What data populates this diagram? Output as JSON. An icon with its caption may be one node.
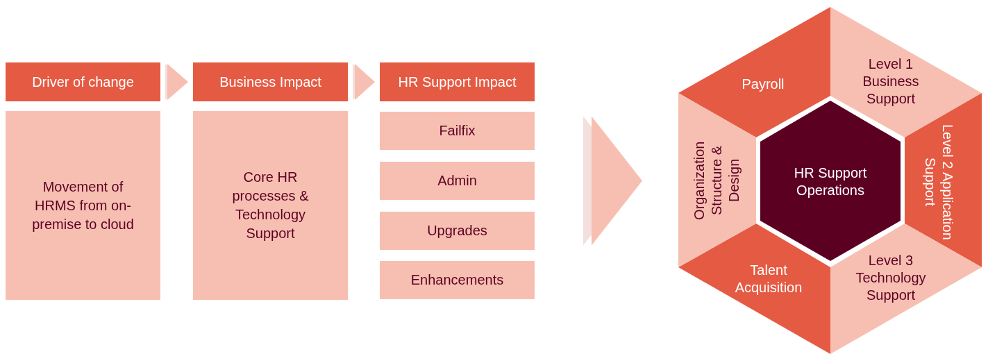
{
  "diagram": {
    "nodes": [
      {
        "text": [
          "Driver of change"
        ]
      },
      {
        "text": [
          "Movement of HRMS from on-premise to cloud"
        ]
      },
      {
        "text": [
          "Business Impact"
        ]
      },
      {
        "text": [
          "Core HR processes & Technology Support"
        ]
      },
      {
        "text": [
          "HR Support Impact"
        ]
      },
      {
        "text": [
          "Failfix"
        ]
      },
      {
        "text": [
          "Admin"
        ]
      },
      {
        "text": [
          "Upgrades"
        ]
      },
      {
        "text": [
          "Enhancements"
        ]
      },
      {
        "text": [
          "Payroll"
        ]
      },
      {
        "text": [
          "Level 1 Business Support"
        ]
      },
      {
        "text": [
          "Level 2 Application Support"
        ]
      },
      {
        "text": [
          "Level 3 Technology Support"
        ]
      },
      {
        "text": [
          "Talent Acquisition"
        ]
      },
      {
        "text": [
          "Organization Structure & Design"
        ]
      },
      {
        "text": [
          "HR Support Operations"
        ]
      }
    ],
    "edges": [
      {
        "from": 0,
        "to": 2,
        "arrow": "to"
      },
      {
        "from": 2,
        "to": 4,
        "arrow": "to"
      },
      {
        "from": 6,
        "to": 14,
        "arrow": "to"
      }
    ]
  }
}
